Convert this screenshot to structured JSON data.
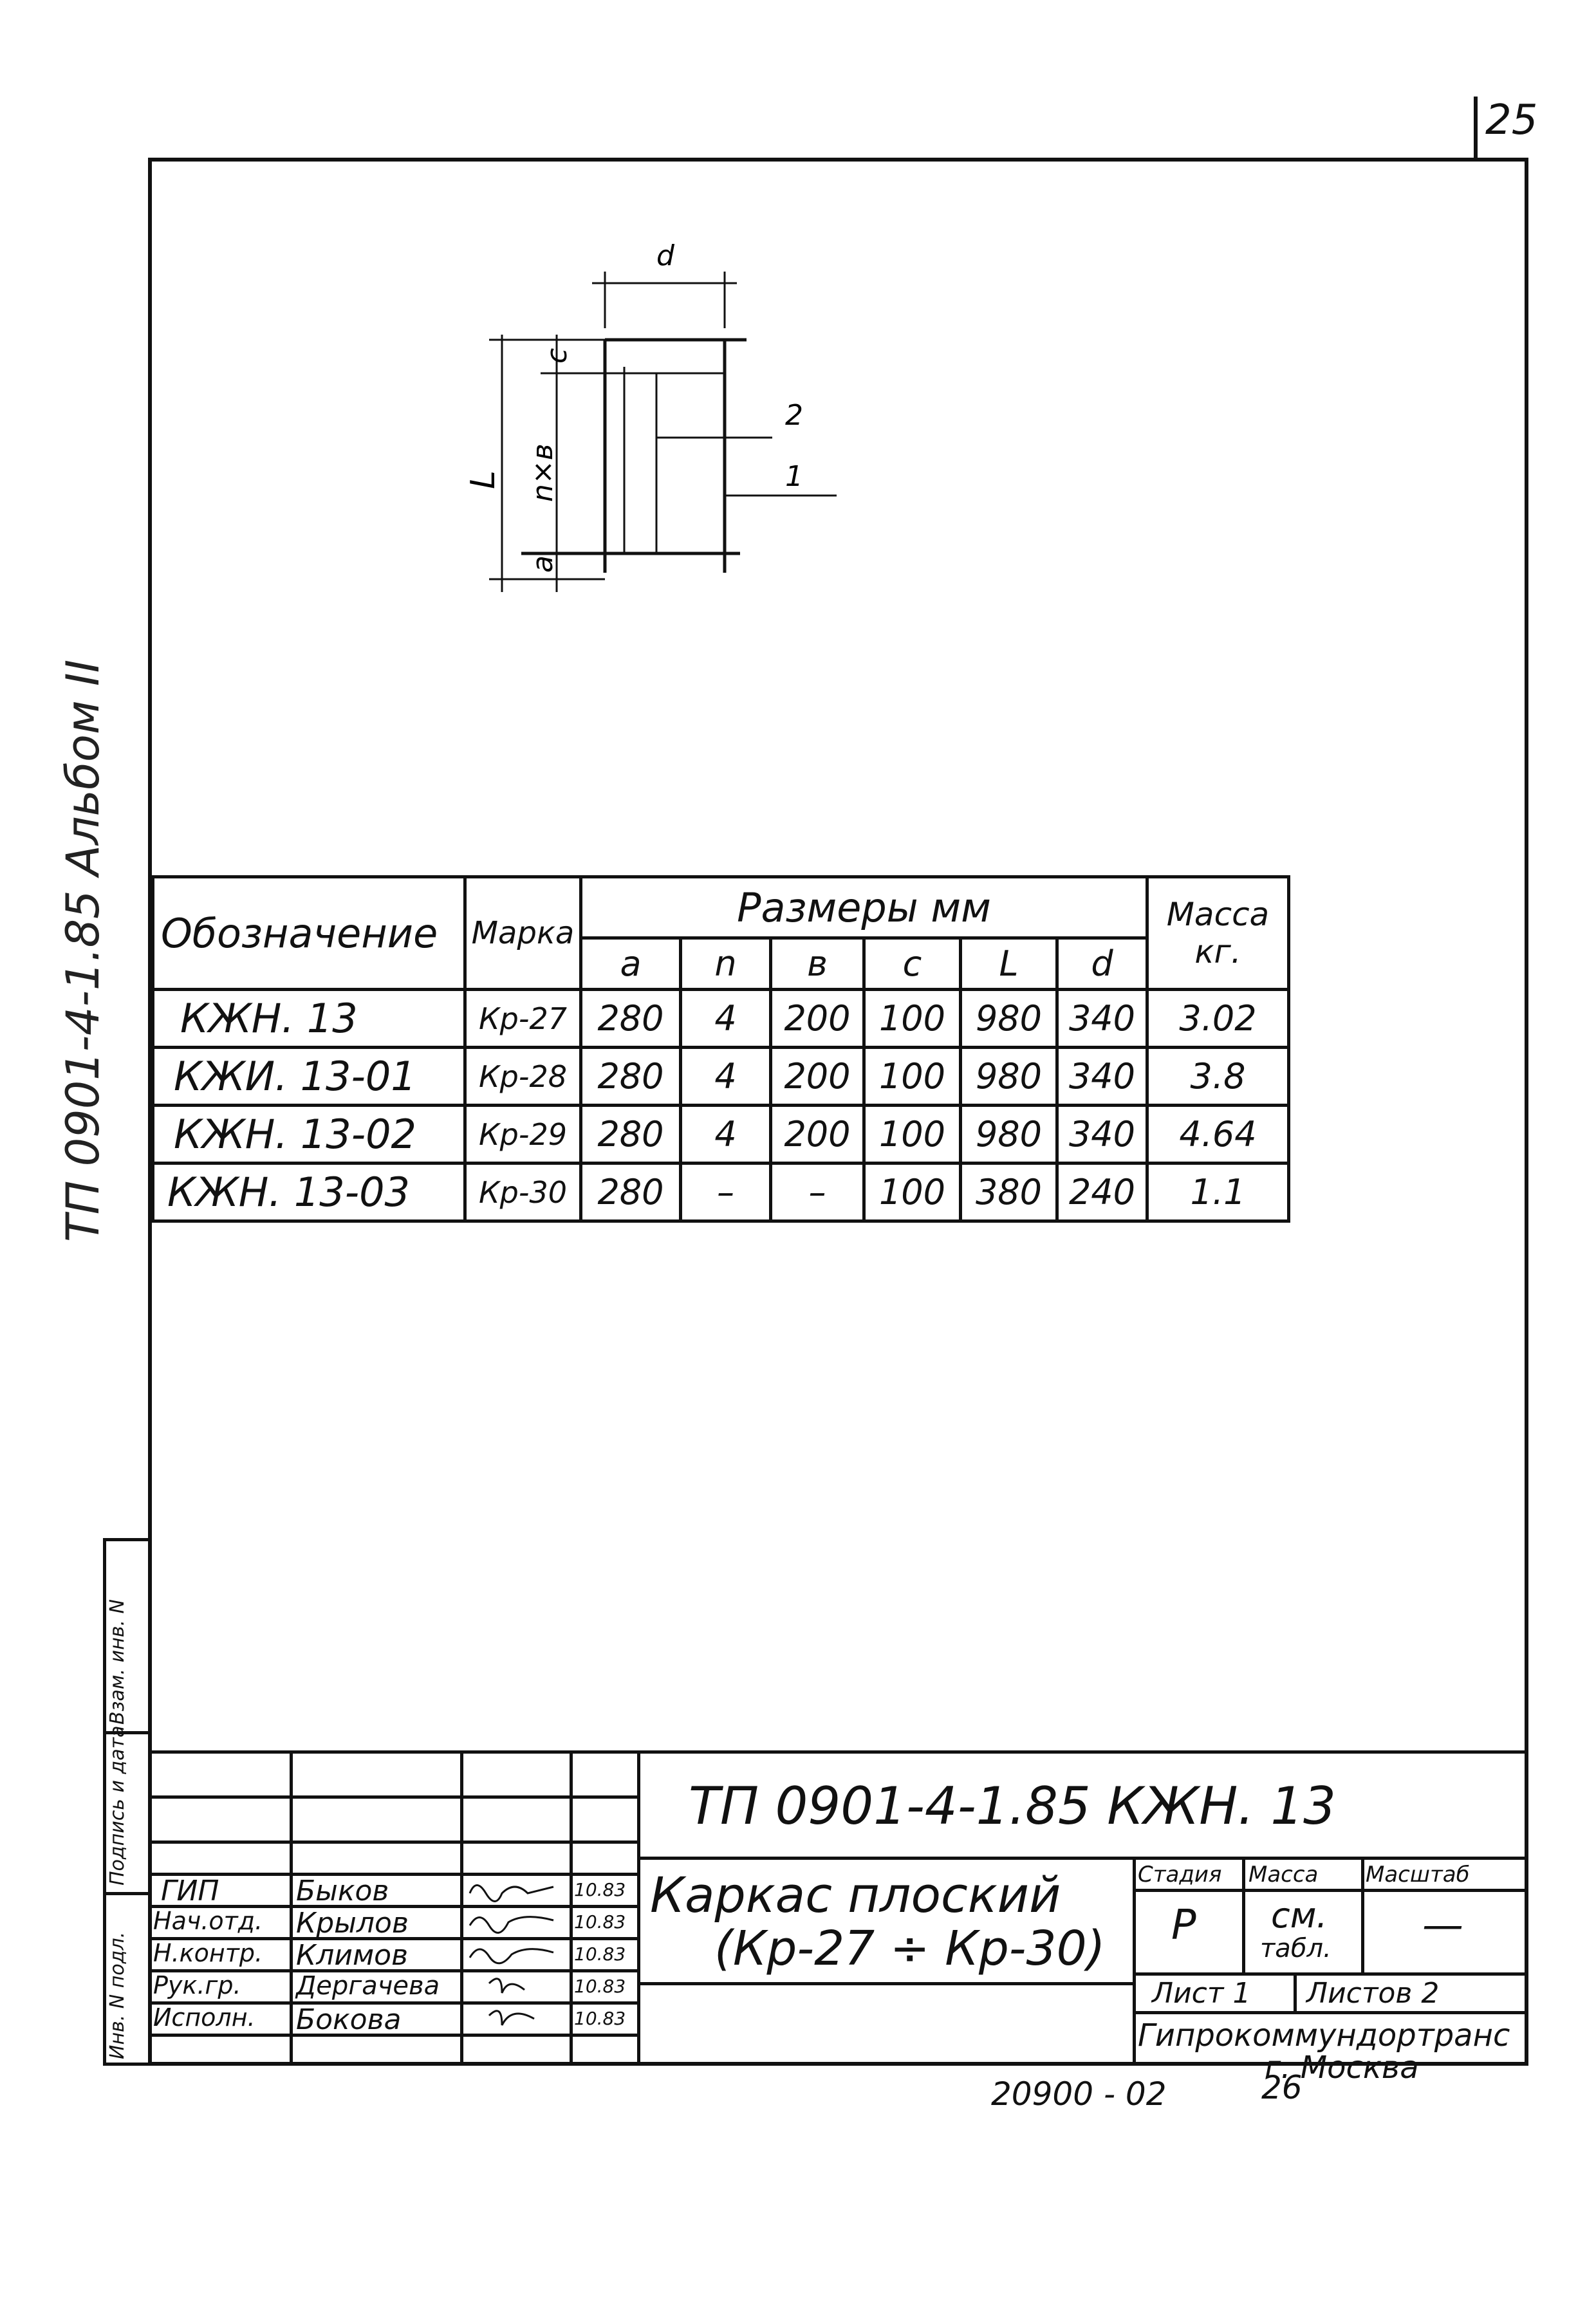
{
  "sheet_corner_number": "25",
  "side_note": "ТП 0901-4-1.85 Альбом II",
  "stamp_column": [
    "Инв. N подл.",
    "Подпись и дата",
    "Взам. инв. N"
  ],
  "drawing_labels": {
    "d": "d",
    "c": "c",
    "nxb": "n×в",
    "L": "L",
    "a": "a",
    "one": "1",
    "two": "2"
  },
  "table": {
    "h_designation": "Обозначение",
    "h_mark": "Марка",
    "h_dims": "Размеры  мм",
    "h_mass_1": "Масса",
    "h_mass_2": "кг.",
    "sub": [
      "a",
      "n",
      "в",
      "c",
      "L",
      "d"
    ],
    "rows": [
      {
        "des": "КЖН. 13",
        "mark": "Кр-27",
        "a": "280",
        "n": "4",
        "b": "200",
        "c": "100",
        "L": "980",
        "d": "340",
        "mass": "3.02"
      },
      {
        "des": "КЖИ. 13-01",
        "mark": "Кр-28",
        "a": "280",
        "n": "4",
        "b": "200",
        "c": "100",
        "L": "980",
        "d": "340",
        "mass": "3.8"
      },
      {
        "des": "КЖН. 13-02",
        "mark": "Кр-29",
        "a": "280",
        "n": "4",
        "b": "200",
        "c": "100",
        "L": "980",
        "d": "340",
        "mass": "4.64"
      },
      {
        "des": "КЖН. 13-03",
        "mark": "Кр-30",
        "a": "280",
        "n": "–",
        "b": "–",
        "c": "100",
        "L": "380",
        "d": "240",
        "mass": "1.1"
      }
    ]
  },
  "title_block": {
    "code": "ТП 0901-4-1.85   КЖН. 13",
    "title_1": "Каркас  плоский",
    "title_2": "(Кр-27 ÷ Кр-30)",
    "stage_h": "Стадия",
    "mass_h": "Масса",
    "scale_h": "Масштаб",
    "stage": "Р",
    "mass_1": "см.",
    "mass_2": "табл.",
    "scale": "—",
    "sheet": "Лист  1",
    "sheets": "Листов  2",
    "org_1": "Гипрокоммундортранс",
    "org_2": "г. Москва",
    "people": [
      {
        "role": "ГИП",
        "name": "Быков",
        "date": "10.83"
      },
      {
        "role": "Нач.отд.",
        "name": "Крылов",
        "date": "10.83"
      },
      {
        "role": "Н.контр.",
        "name": "Климов",
        "date": "10.83"
      },
      {
        "role": "Рук.гр.",
        "name": "Дергачева",
        "date": "10.83"
      },
      {
        "role": "Исполн.",
        "name": "Бокова",
        "date": "10.83"
      }
    ]
  },
  "footer_code": "20900 - 02",
  "footer_page": "26"
}
